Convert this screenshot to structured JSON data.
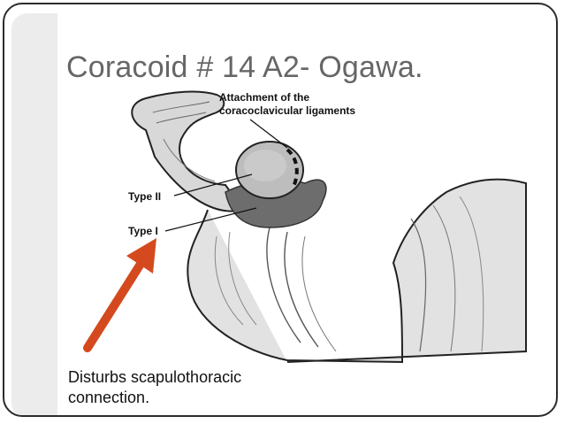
{
  "slide": {
    "title": "Coracoid # 14 A2- Ogawa.",
    "caption_line1": "Disturbs scapulothoracic",
    "caption_line2": "connection."
  },
  "figure": {
    "label_attachment_line1": "Attachment of the",
    "label_attachment_line2": "coracoclavicular ligaments",
    "label_type2": "Type II",
    "label_type1": "Type I",
    "fracture_shade_color": "#6d6d6d",
    "bone_color": "#cfcfcf"
  },
  "arrow": {
    "color": "#d44a1e",
    "icon": "arrow-up-right-icon"
  }
}
